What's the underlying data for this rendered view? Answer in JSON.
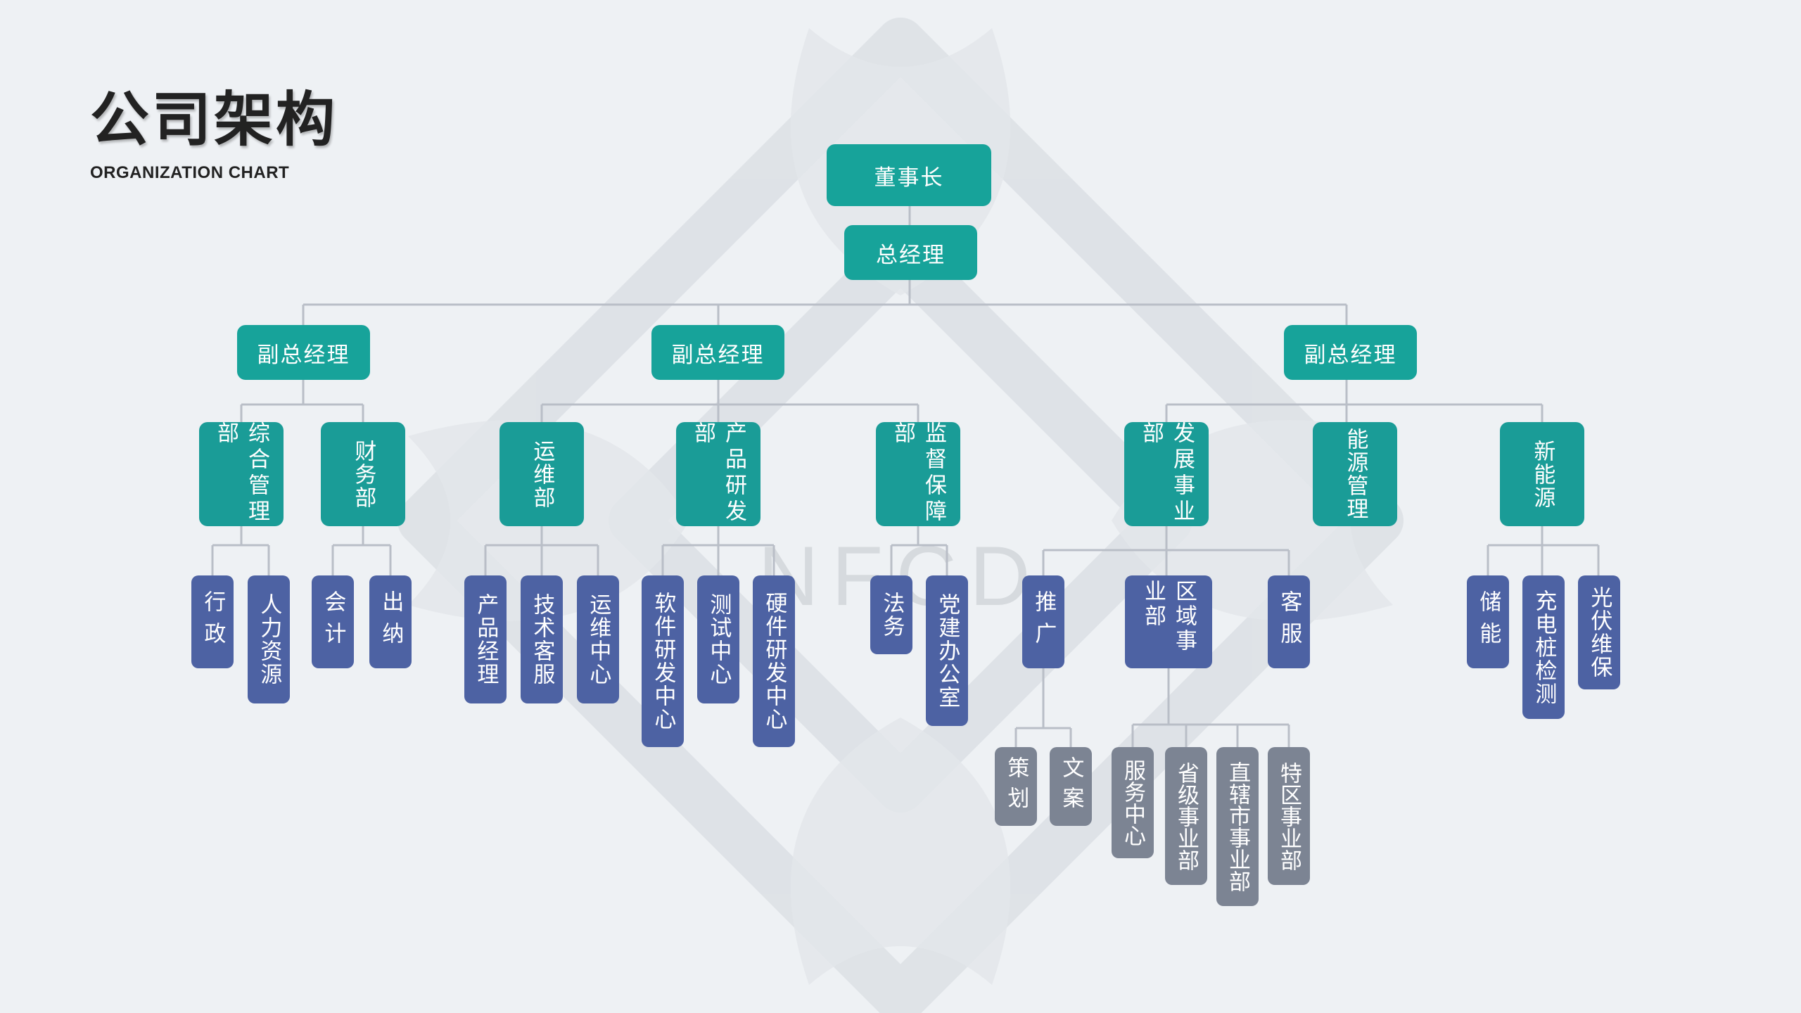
{
  "title": {
    "cn": "公司架构",
    "en": "ORGANIZATION CHART"
  },
  "watermark": "NFCD",
  "colors": {
    "top": "#17a39a",
    "dept": "#1a9c97",
    "sub": "#4d62a3",
    "leaf": "#7c8493",
    "line": "#b9bec7"
  },
  "top": {
    "chairman": "董事长",
    "gm": "总经理"
  },
  "vps": [
    "副总经理",
    "副总经理",
    "副总经理"
  ],
  "depts": [
    "综合管理部",
    "财务部",
    "运维部",
    "产品研发部",
    "监督保障部",
    "发展事业部",
    "能源管理",
    "新能源"
  ],
  "subs": [
    "行政",
    "人力资源",
    "会计",
    "出纳",
    "产品经理",
    "技术客服",
    "运维中心",
    "软件研发中心",
    "测试中心",
    "硬件研发中心",
    "法务",
    "党建办公室",
    "推广",
    "区域事业部",
    "客服",
    "储能",
    "充电桩检测",
    "光伏维保"
  ],
  "leaves": [
    "策划",
    "文案",
    "服务中心",
    "省级事业部",
    "直辖市事业部",
    "特区事业部"
  ]
}
